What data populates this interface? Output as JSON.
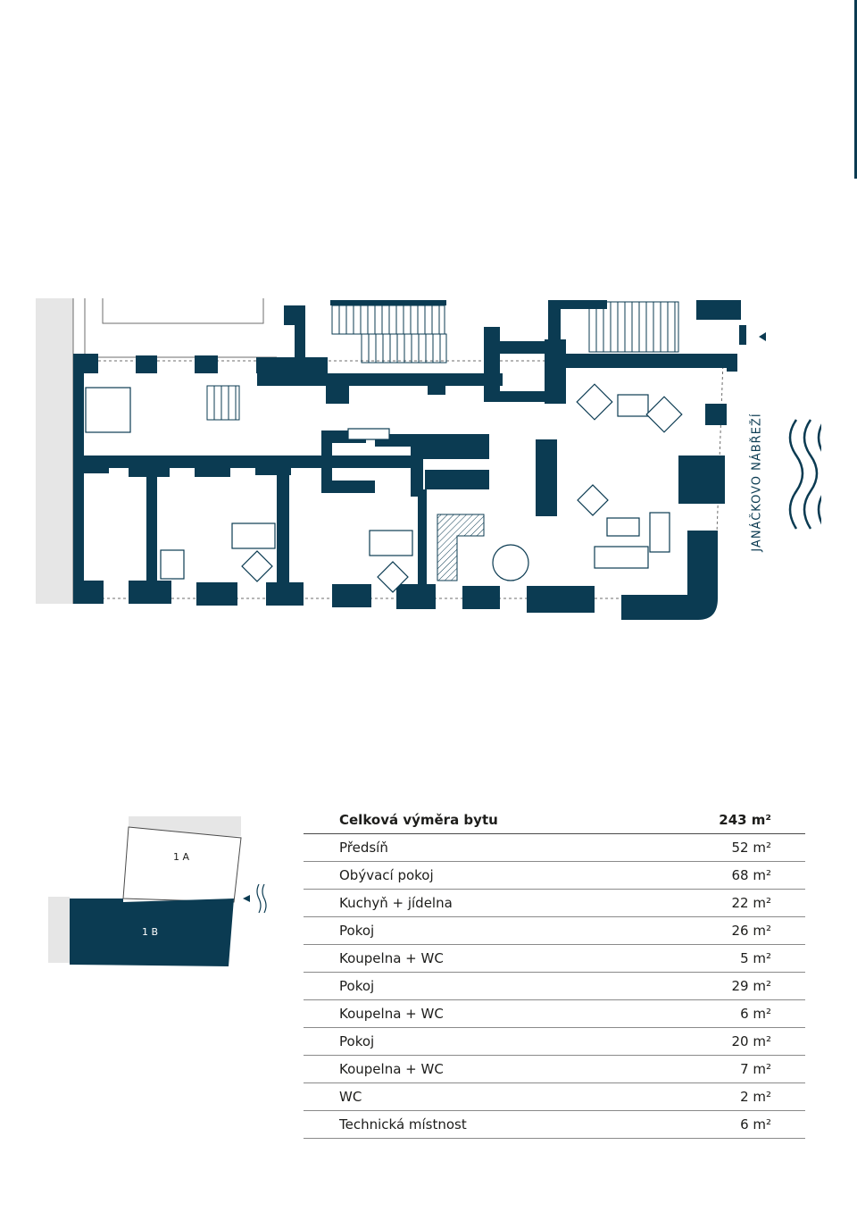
{
  "plan": {
    "street_label": "JANÁČKOVO NÁBŘEŽÍ",
    "wall_color": "#0b3b52",
    "shade_color": "#e6e6e6"
  },
  "keyplan": {
    "unit_a": "1 A",
    "unit_b": "1 B"
  },
  "area_table": {
    "total": {
      "label": "Celková výměra bytu",
      "value": "243 m²"
    },
    "rows": [
      {
        "label": "Předsíň",
        "value": "52 m²"
      },
      {
        "label": "Obývací pokoj",
        "value": "68 m²"
      },
      {
        "label": "Kuchyň + jídelna",
        "value": "22 m²"
      },
      {
        "label": "Pokoj",
        "value": "26 m²"
      },
      {
        "label": "Koupelna + WC",
        "value": "5 m²"
      },
      {
        "label": "Pokoj",
        "value": "29 m²"
      },
      {
        "label": "Koupelna + WC",
        "value": "6 m²"
      },
      {
        "label": "Pokoj",
        "value": "20 m²"
      },
      {
        "label": "Koupelna + WC",
        "value": "7 m²"
      },
      {
        "label": "WC",
        "value": "2 m²"
      },
      {
        "label": "Technická místnost",
        "value": "6 m²"
      }
    ]
  }
}
